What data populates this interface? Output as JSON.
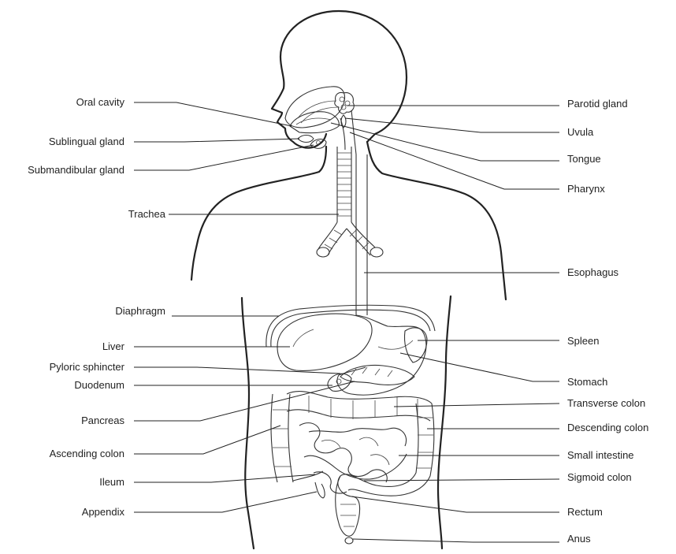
{
  "labels_left": [
    {
      "id": "oral-cavity",
      "text": "Oral cavity"
    },
    {
      "id": "sublingual-gland",
      "text": "Sublingual gland"
    },
    {
      "id": "submandibular-gland",
      "text": "Submandibular gland"
    },
    {
      "id": "trachea",
      "text": "Trachea"
    },
    {
      "id": "diaphragm",
      "text": "Diaphragm"
    },
    {
      "id": "liver",
      "text": "Liver"
    },
    {
      "id": "pyloric-sphincter",
      "text": "Pyloric sphincter"
    },
    {
      "id": "duodenum",
      "text": "Duodenum"
    },
    {
      "id": "pancreas",
      "text": "Pancreas"
    },
    {
      "id": "ascending-colon",
      "text": "Ascending colon"
    },
    {
      "id": "ileum",
      "text": "Ileum"
    },
    {
      "id": "appendix",
      "text": "Appendix"
    }
  ],
  "labels_right": [
    {
      "id": "parotid-gland",
      "text": "Parotid gland"
    },
    {
      "id": "uvula",
      "text": "Uvula"
    },
    {
      "id": "tongue",
      "text": "Tongue"
    },
    {
      "id": "pharynx",
      "text": "Pharynx"
    },
    {
      "id": "esophagus",
      "text": "Esophagus"
    },
    {
      "id": "spleen",
      "text": "Spleen"
    },
    {
      "id": "stomach",
      "text": "Stomach"
    },
    {
      "id": "transverse-colon",
      "text": "Transverse colon"
    },
    {
      "id": "descending-colon",
      "text": "Descending colon"
    },
    {
      "id": "small-intestine",
      "text": "Small intestine"
    },
    {
      "id": "sigmoid-colon",
      "text": "Sigmoid colon"
    },
    {
      "id": "rectum",
      "text": "Rectum"
    },
    {
      "id": "anus",
      "text": "Anus"
    }
  ]
}
